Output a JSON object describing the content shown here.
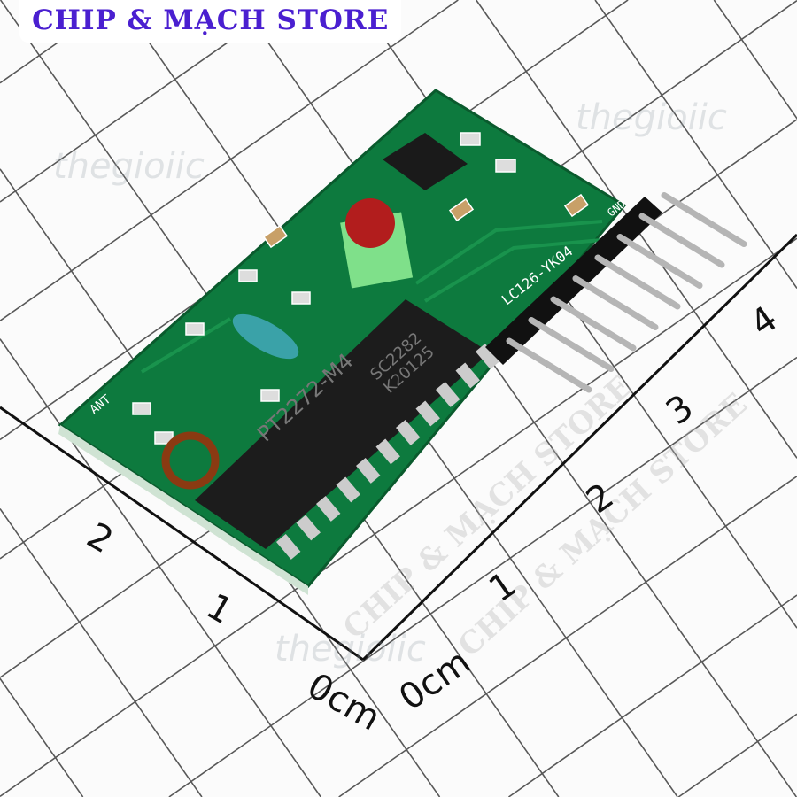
{
  "banner": {
    "title": "CHIP & MẠCH STORE",
    "color": "#4a1fd0"
  },
  "watermarks": {
    "site": "thegioiic",
    "store": "CHIP & MẠCH STORE"
  },
  "ruler_right": [
    "0cm",
    "1",
    "2",
    "3",
    "4"
  ],
  "ruler_left": [
    "0cm",
    "1",
    "2"
  ],
  "pcb": {
    "board_label": "LC126-YK04",
    "antenna_label": "ANT",
    "header_label": "GND",
    "chip_lines": [
      "PT2272-M4",
      "SC2282",
      "K20125"
    ],
    "board_color": "#0d7a3e"
  }
}
